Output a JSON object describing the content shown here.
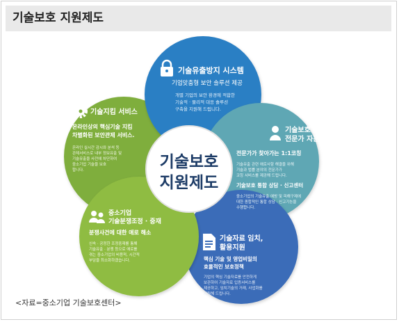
{
  "title": "기술보호 지원제도",
  "center": {
    "line1": "기술보호",
    "line2": "지원제도"
  },
  "colors": {
    "blue": "#2a7fc4",
    "teal": "#5fa7b4",
    "navy": "#3a6cb8",
    "green": "#7fae3e",
    "lime": "#8fbc43",
    "center_text": "#1c3b66"
  },
  "petals": {
    "leak": {
      "icon": "lock-icon",
      "heading": "기술유출방지 시스템",
      "subheading": "기업맞춤형 보안 솔루션 제공",
      "body": [
        "개별 기업의 보안 환경에 적합한",
        "기술적 · 물리적 대응 솔루션",
        "구축을 지원해 드립니다."
      ]
    },
    "expert": {
      "icon": "person-icon",
      "heading": [
        "기술보호",
        "전문가 자문"
      ],
      "subheading": "전문가가 찾아가는 1:1코칭",
      "body": [
        "기술유출 관련 애로사항 해결을 위해",
        "기술과 법률 분야의 전문가가",
        "코칭 서비스를 제공해 드립니다."
      ],
      "subheading2": "기술보호 통합 상담 · 신고센터",
      "body2": [
        "중소기업의 기술유출 예방 및 피해구제에",
        "대한 종합적인 통합 상담 · 신고기능을",
        "수행합니다."
      ]
    },
    "escrow": {
      "icon": "document-icon",
      "heading": [
        "기술자료 임치,",
        "활용지원"
      ],
      "subheading": [
        "핵심 기술 및 영업비밀의",
        "효율적인 보호정책"
      ],
      "body": [
        "기업의 핵심 기술자료를 안전하게",
        "보관하여 기술자료 입증서비스를",
        "제공하고, 임치기술의 거래, 사업화를",
        "지원해 드립니다."
      ]
    },
    "dispute": {
      "icon": "people-icon",
      "heading": [
        "중소기업",
        "기술분쟁조정 · 중재"
      ],
      "subheading": "분쟁사건에 대한 애로 해소",
      "body": [
        "신속 · 공정한 조정중재를 통해",
        "기술유출 · 분쟁 등으로 애로를",
        "겪는 중소기업의 비용적, 시간적",
        "부담을 최소화하겠습니다."
      ]
    },
    "guard": {
      "icon": "gear-icon",
      "heading": "기술지킴 서비스",
      "subheading": [
        "온라인상의 핵심기술 지킴",
        "차별화된 보안관제 서비스."
      ],
      "body": [
        "온라인 실시간 감시와 분석 등",
        "관제서비스로 내부 정보유출 및",
        "기술유출을 사전에 차단하여",
        "중소기업 기술을 보호",
        "합니다."
      ]
    }
  },
  "caption": "<자료=중소기업 기술보호센터>"
}
